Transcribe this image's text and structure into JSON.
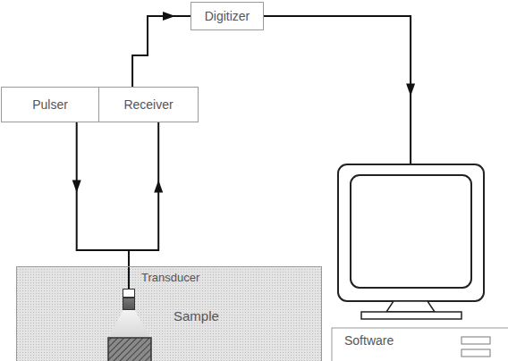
{
  "diagram": {
    "nodes": [
      {
        "text": [
          "Digitizer"
        ]
      },
      {
        "text": [
          "Pulser"
        ]
      },
      {
        "text": [
          "Receiver"
        ]
      },
      {
        "text": [
          "Sample"
        ]
      },
      {
        "text": [
          "Transducer"
        ],
        "in": 3
      },
      {
        "text": [
          "Software"
        ]
      }
    ],
    "edges": [
      {
        "from": 1,
        "to": 4,
        "arrow": "to"
      },
      {
        "from": 4,
        "to": 2,
        "arrow": "to"
      },
      {
        "from": 2,
        "to": 0,
        "arrow": "to"
      },
      {
        "from": 0,
        "to": 5,
        "arrow": "to"
      }
    ]
  }
}
